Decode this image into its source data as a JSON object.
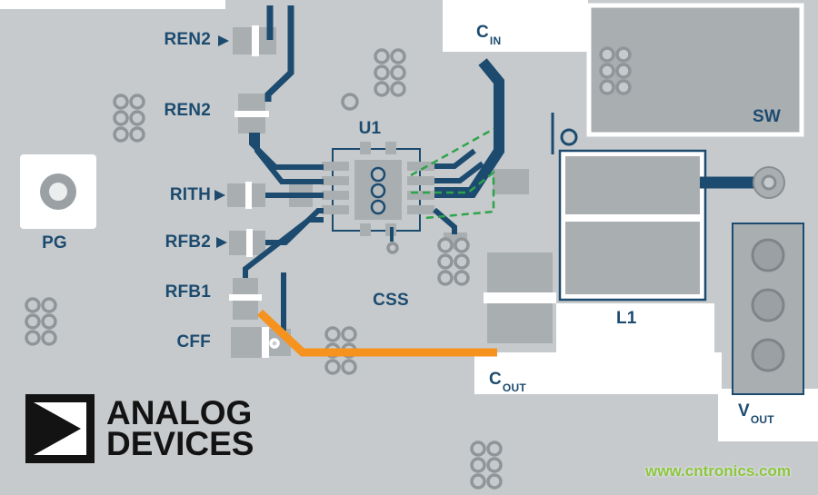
{
  "board": {
    "labels": {
      "ren2_top": "REN2",
      "ren2_mid": "REN2",
      "rith": "RITH",
      "rfb2": "RFB2",
      "rfb1": "RFB1",
      "cff": "CFF",
      "pg": "PG",
      "u1": "U1",
      "css": "CSS",
      "cin_main": "C",
      "cin_sub": "IN",
      "sw": "SW",
      "l1": "L1",
      "cout_main": "C",
      "cout_sub": "OUT",
      "vout_main": "V",
      "vout_sub": "OUT"
    },
    "colors": {
      "board_gray": "#c6cacc",
      "copper_gray": "#a9aeb1",
      "trace_navy": "#1c4b6f",
      "trace_orange": "#f6921e",
      "trace_green": "#2fa34c",
      "watermark_green": "#8cc63e",
      "logo_black": "#131313"
    }
  },
  "logo": {
    "line1": "ANALOG",
    "line2": "DEVICES"
  },
  "watermark": {
    "text": "www.cntronics.com"
  }
}
